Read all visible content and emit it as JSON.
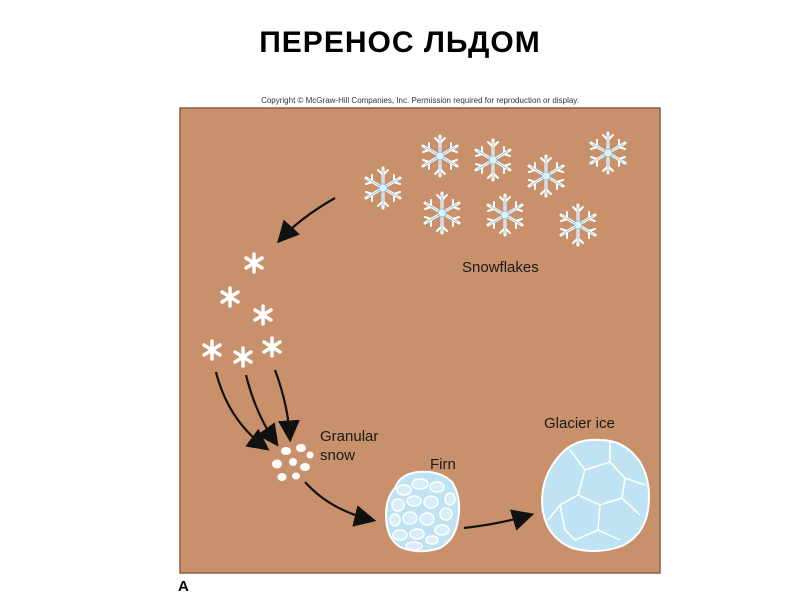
{
  "title": "ПЕРЕНОС ЛЬДОМ",
  "copyright": "Copyright © McGraw-Hill Companies, Inc. Permission required for reproduction or display.",
  "figure_letter": "A",
  "labels": {
    "snowflakes": "Snowflakes",
    "granular_line1": "Granular",
    "granular_line2": "snow",
    "firn": "Firn",
    "glacier_ice": "Glacier ice"
  },
  "colors": {
    "background": "#c8916b",
    "ice": "#bfe3f2",
    "ice_edge": "#7fb8d4",
    "arrow": "#111111"
  }
}
